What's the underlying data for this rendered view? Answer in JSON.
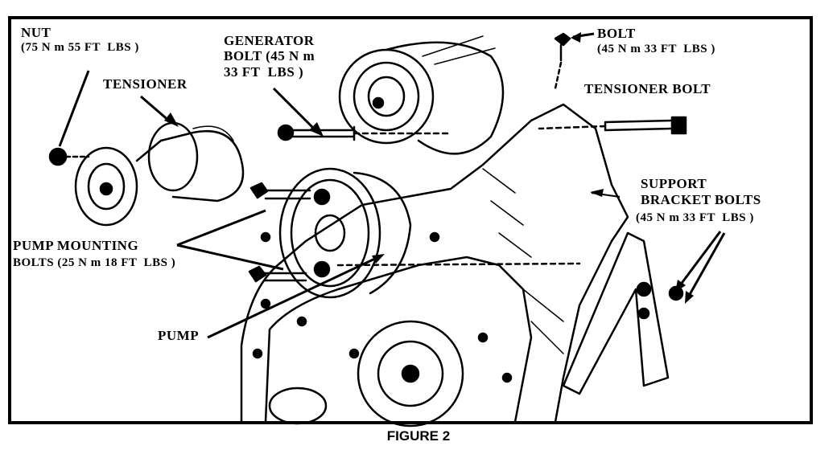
{
  "figure": {
    "caption": "FIGURE 2",
    "labels": {
      "nut_1": "NUT",
      "nut_2": "(75 N m 55 FT  LBS )",
      "tensioner": "TENSIONER",
      "generator_bolt_1": "GENERATOR",
      "generator_bolt_2": "BOLT (45 N m",
      "generator_bolt_3": "33 FT  LBS )",
      "bolt_1": "BOLT",
      "bolt_2": "(45 N m 33 FT  LBS )",
      "tensioner_bolt": "TENSIONER BOLT",
      "support_1": "SUPPORT",
      "support_2": "BRACKET BOLTS",
      "support_3": "(45 N m 33 FT  LBS )",
      "pump_mounting_1": "PUMP MOUNTING",
      "pump_mounting_2": "BOLTS (25 N m 18 FT  LBS )",
      "pump": "PUMP"
    }
  },
  "style": {
    "ink": "#000000",
    "paper": "#ffffff"
  }
}
